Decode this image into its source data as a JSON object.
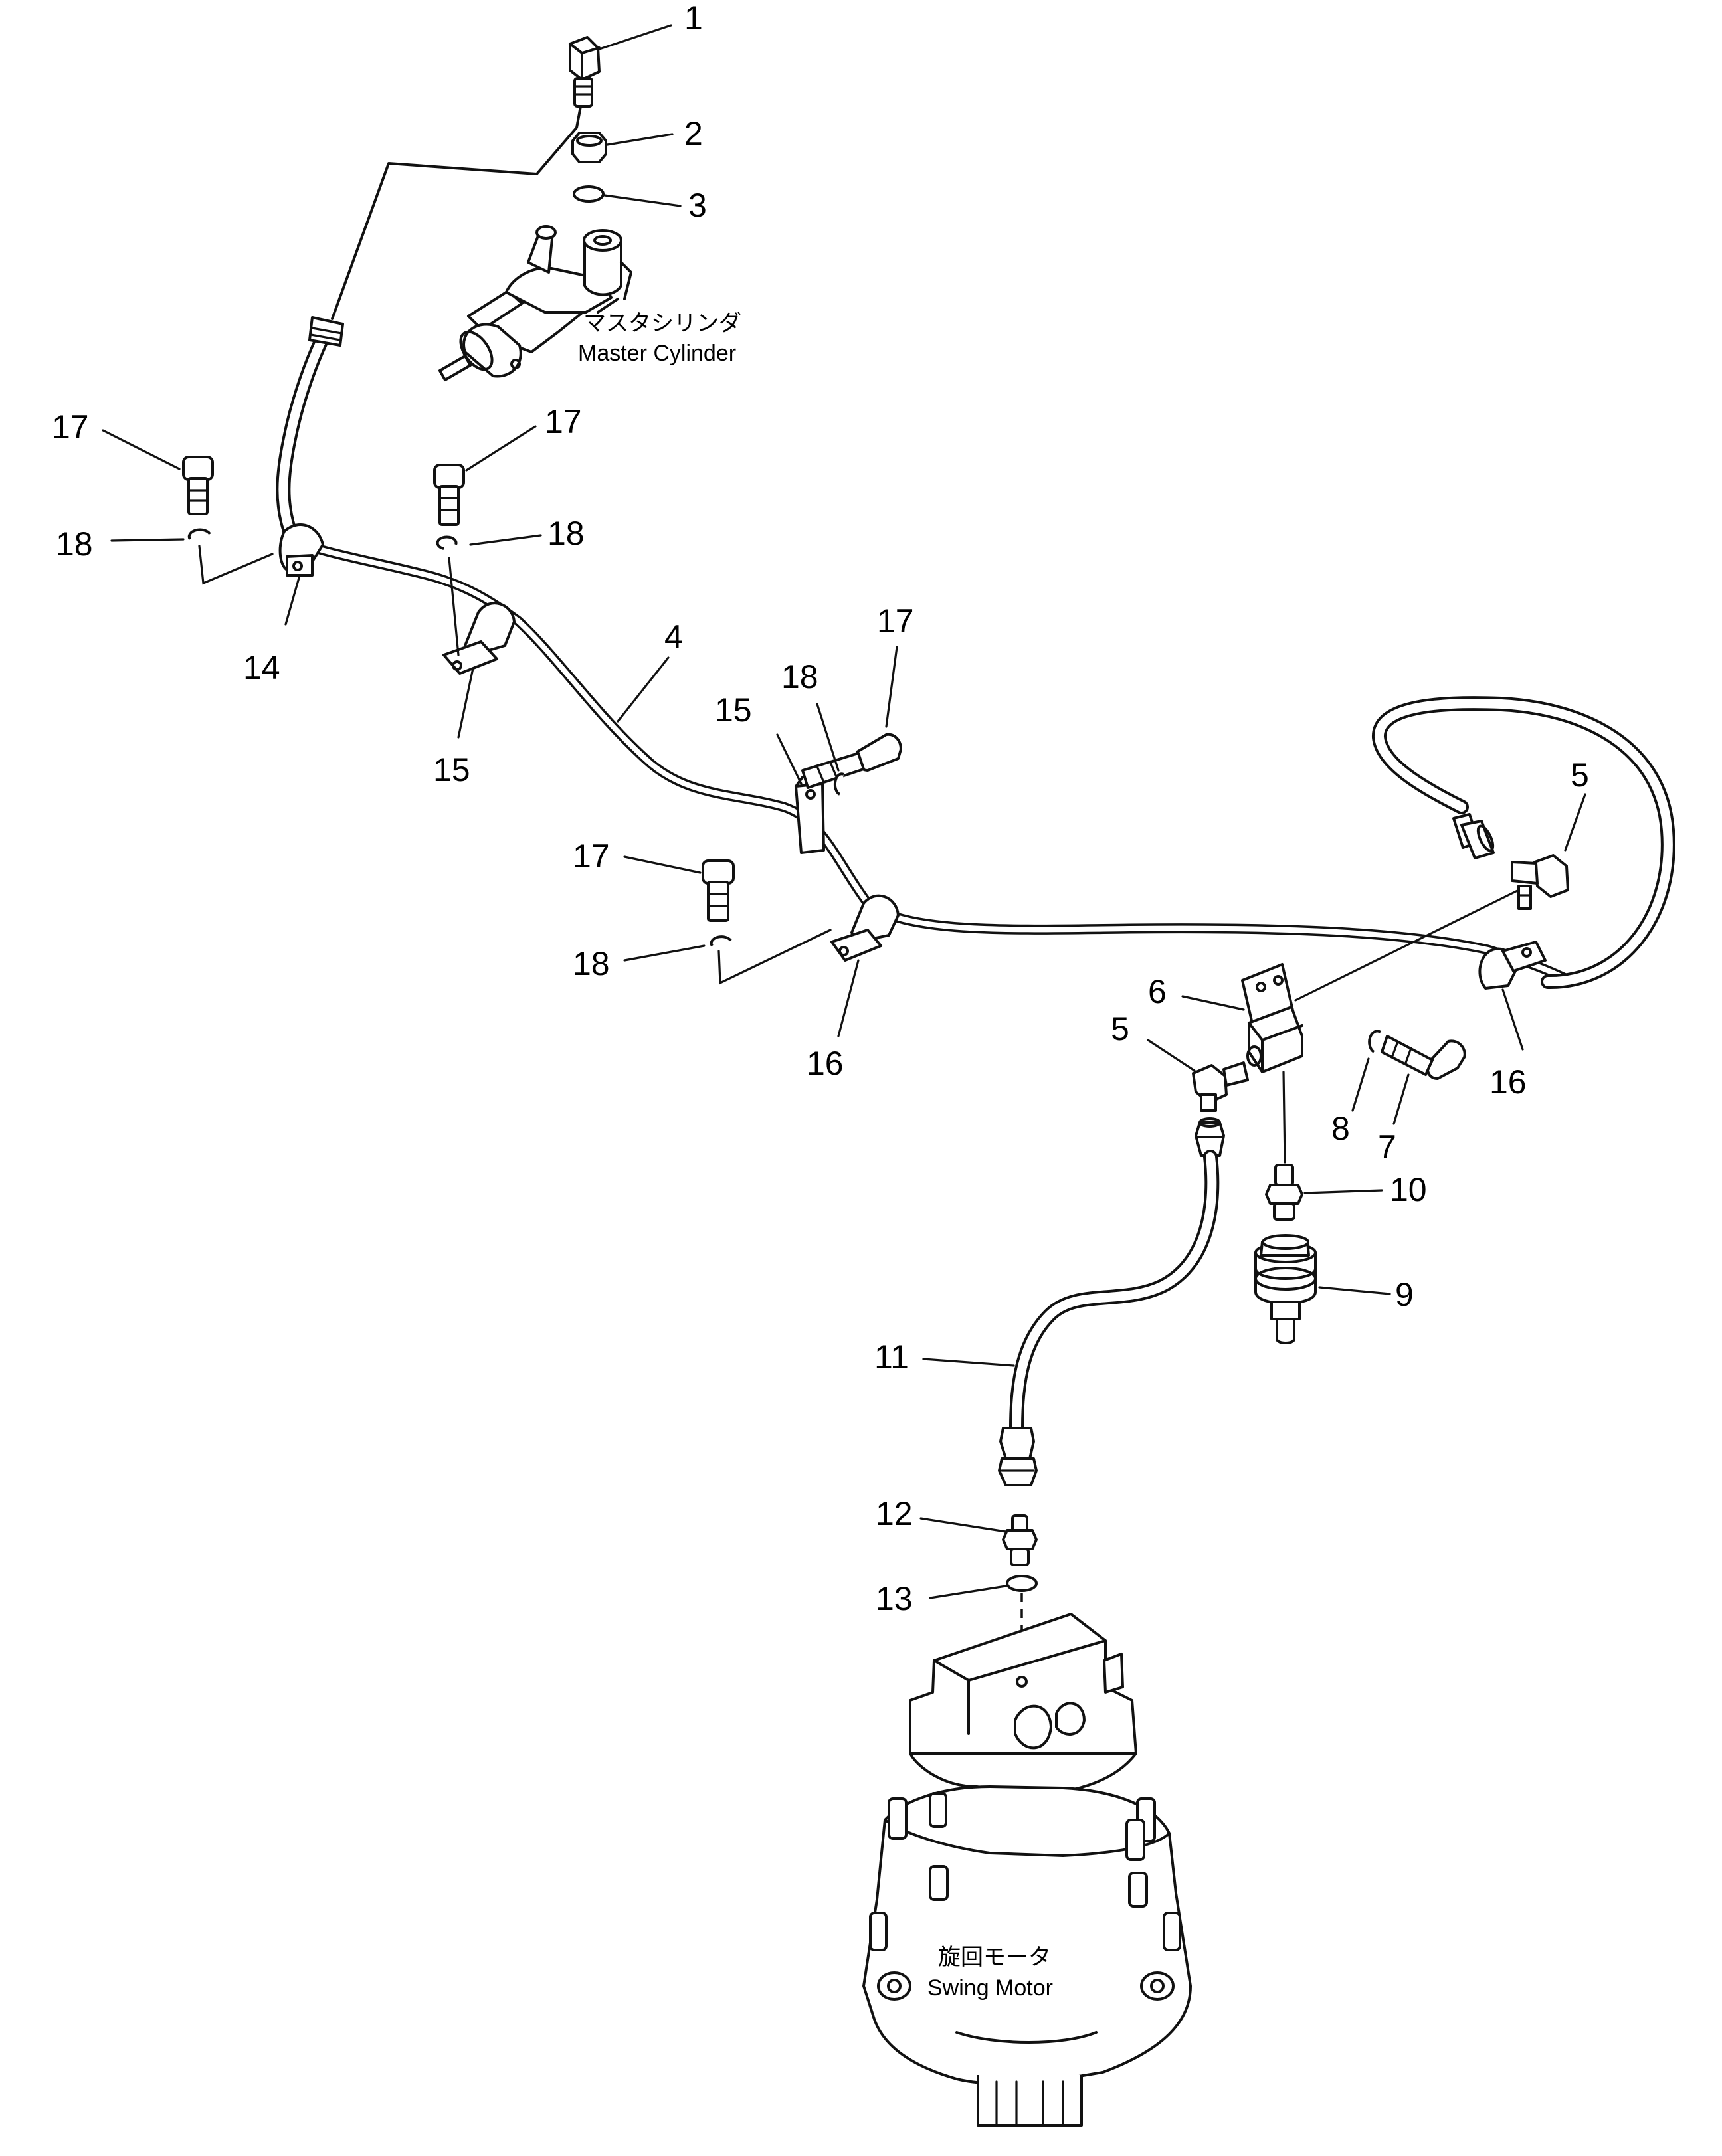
{
  "captions": {
    "master_cylinder_jp": "マスタシリンダ",
    "master_cylinder_en": "Master Cylinder",
    "swing_motor_jp": "旋回モータ",
    "swing_motor_en": "Swing Motor"
  },
  "callouts": {
    "c1": "1",
    "c2": "2",
    "c3": "3",
    "c4": "4",
    "c5a": "5",
    "c5b": "5",
    "c6": "6",
    "c7": "7",
    "c8": "8",
    "c9": "9",
    "c10": "10",
    "c11": "11",
    "c12": "12",
    "c13": "13",
    "c14": "14",
    "c15a": "15",
    "c15b": "15",
    "c16a": "16",
    "c16b": "16",
    "c17a": "17",
    "c17b": "17",
    "c17c": "17",
    "c17d": "17",
    "c18a": "18",
    "c18b": "18",
    "c18c": "18",
    "c18d": "18"
  }
}
